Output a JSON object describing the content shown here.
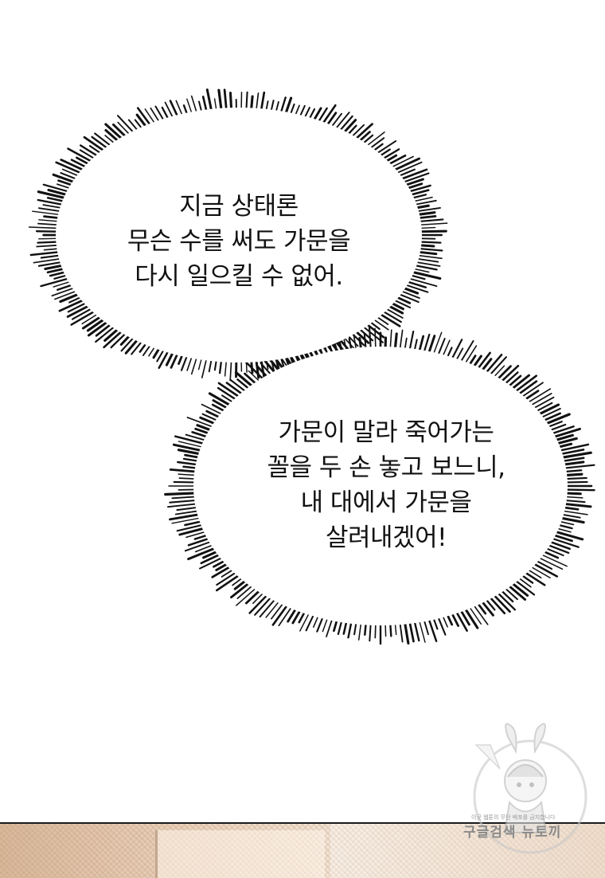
{
  "bubbles": [
    {
      "lines": [
        "지금 상태론",
        "무슨 수를 써도 가문을",
        "다시 일으킬 수 없어."
      ]
    },
    {
      "lines": [
        "가문이 말라 죽어가는",
        "꼴을 두 손 놓고 보느니,",
        "내 대에서 가문을",
        "살려내겠어!"
      ]
    }
  ],
  "watermark": {
    "label": "구글검색 뉴토끼",
    "small_text": "이곳 웹툰의 무단 배포를 금지합니다"
  },
  "colors": {
    "background": "#ffffff",
    "ink": "#111111",
    "bottom_strip": "#e7cdb2"
  }
}
